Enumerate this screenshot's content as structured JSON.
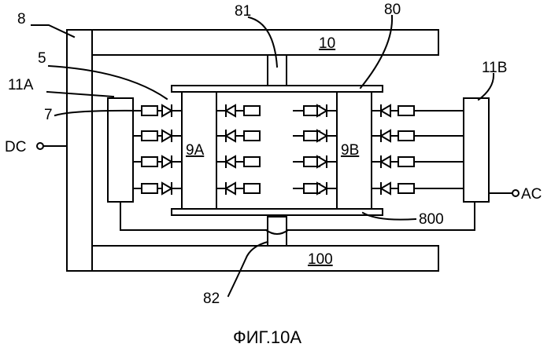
{
  "figure": {
    "caption": "ФИГ.10А",
    "labels": {
      "n8": "8",
      "n81": "81",
      "n80": "80",
      "n10": "10",
      "n5": "5",
      "n11A": "11A",
      "n11B": "11B",
      "n7": "7",
      "dc": "DC",
      "ac": "AC",
      "n9A": "9A",
      "n9B": "9B",
      "n800": "800",
      "n100": "100",
      "n82": "82"
    }
  }
}
